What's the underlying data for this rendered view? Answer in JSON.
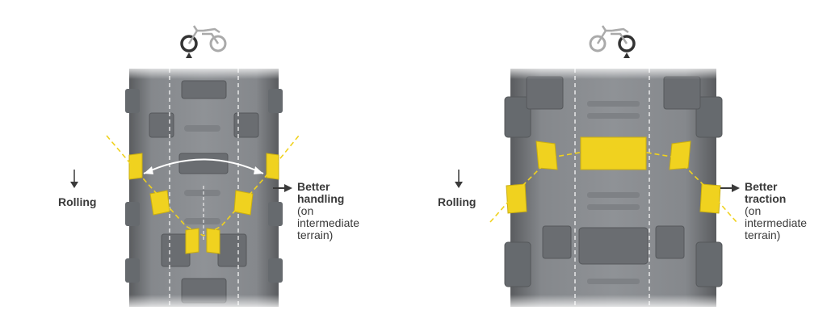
{
  "colors": {
    "tread_dark": "#5f6164",
    "tread_mid": "#777a7d",
    "tread_light": "#8d9094",
    "highlight": "#f0d21f",
    "dash": "#ffffff",
    "text": "#3a3a3a"
  },
  "left": {
    "icon": "motorcycle-front-wheel-icon",
    "rolling": "Rolling",
    "benefit_line1": "Better",
    "benefit_line2": "handling",
    "note_line1": "(on",
    "note_line2": "intermediate",
    "note_line3": "terrain)"
  },
  "right": {
    "icon": "motorcycle-rear-wheel-icon",
    "rolling": "Rolling",
    "benefit_line1": "Better",
    "benefit_line2": "traction",
    "note_line1": "(on",
    "note_line2": "intermediate",
    "note_line3": "terrain)"
  }
}
